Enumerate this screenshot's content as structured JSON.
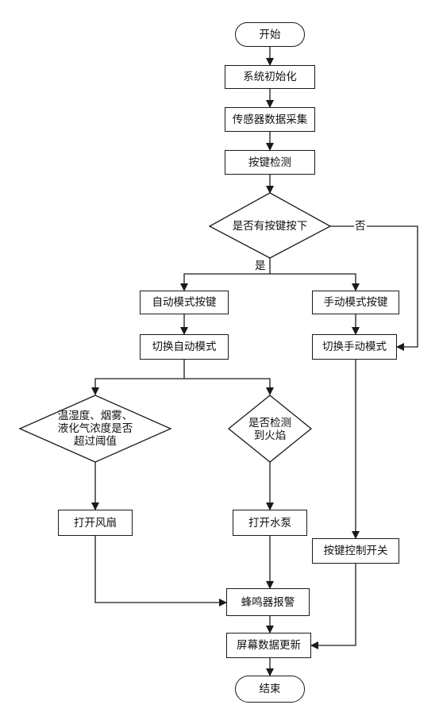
{
  "nodes": {
    "start": "开始",
    "init": "系统初始化",
    "sensor": "传感器数据采集",
    "keycheck": "按键检测",
    "keypressed": "是否有按键按下",
    "automode_key": "自动模式按键",
    "manualmode_key": "手动模式按键",
    "switch_auto": "切换自动模式",
    "switch_manual": "切换手动模式",
    "threshold": "温湿度、烟雾、\n液化气浓度是否\n超过阈值",
    "fire": "是否检测\n到火焰",
    "fan": "打开风扇",
    "pump": "打开水泵",
    "key_switch": "按键控制开关",
    "buzzer": "蜂鸣器报警",
    "screen": "屏幕数据更新",
    "end": "结束"
  },
  "edge_labels": {
    "yes": "是",
    "no": "否"
  },
  "colors": {
    "stroke": "#1a1a1a",
    "background": "#ffffff"
  }
}
